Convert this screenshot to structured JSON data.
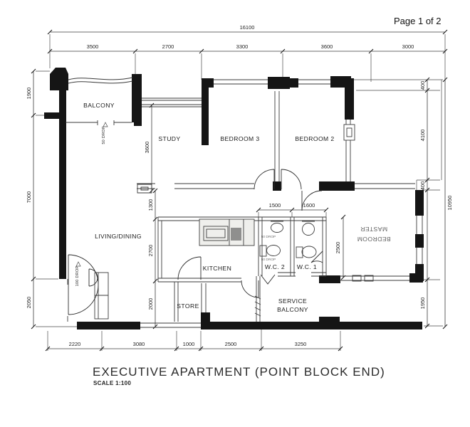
{
  "page": {
    "label": "Page 1 of 2"
  },
  "title": {
    "name": "EXECUTIVE APARTMENT (POINT BLOCK END)",
    "scale": "SCALE 1:100"
  },
  "rooms": {
    "balcony": "BALCONY",
    "study": "STUDY",
    "bedroom3": "BEDROOM 3",
    "bedroom2": "BEDROOM 2",
    "living_dining": "LIVING/DINING",
    "kitchen": "KITCHEN",
    "store": "STORE",
    "service_balcony_line1": "SERVICE",
    "service_balcony_line2": "BALCONY",
    "wc2": "W.C. 2",
    "wc1": "W.C. 1",
    "master_line1": "MASTER",
    "master_line2": "BEDROOM"
  },
  "annotations": {
    "balcony_drop": "50 DROP",
    "entrance_drop": "100 DROP",
    "wc_drop_a": "50 DROP",
    "wc_drop_b": "50 DROP"
  },
  "dims": {
    "top_overall": "16100",
    "top": [
      "3500",
      "2700",
      "3300",
      "3600",
      "3000"
    ],
    "left": [
      "1900",
      "7000",
      "2050"
    ],
    "right_overall": "10950",
    "right": [
      "400",
      "4100",
      "400",
      "1950"
    ],
    "bottom": [
      "2220",
      "3080",
      "1000",
      "2500",
      "3250"
    ],
    "inner": {
      "study": "3600",
      "chain": [
        "1300",
        "2700",
        "2000"
      ],
      "wc2": "1500",
      "wc1": "1600",
      "master": "2500"
    }
  }
}
